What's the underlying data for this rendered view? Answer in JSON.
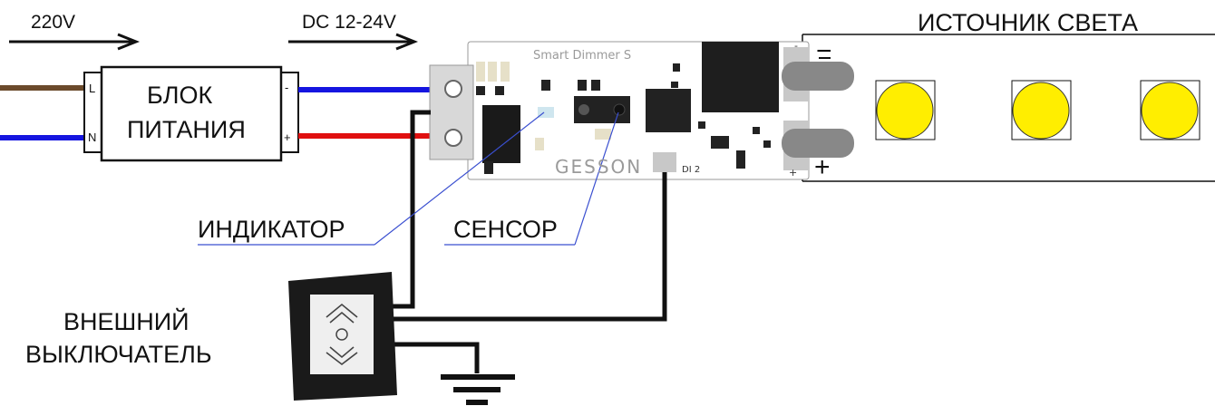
{
  "input_voltage": "220V",
  "output_voltage": "DC 12-24V",
  "psu": {
    "line1": "БЛОК",
    "line2": "ПИТАНИЯ",
    "terminal_l": "L",
    "terminal_n": "N",
    "terminal_minus": "-",
    "terminal_plus": "+"
  },
  "dimmer": {
    "name": "Smart Dimmer S",
    "brand": "GESSON",
    "input_label": "DI 2",
    "minus_mark": "-",
    "plus_mark": "+"
  },
  "light_source": {
    "title": "ИСТОЧНИК СВЕТА",
    "minus": "−",
    "plus": "+"
  },
  "callouts": {
    "indicator": "ИНДИКАТОР",
    "sensor": "СЕНСОР"
  },
  "switch": {
    "line1": "ВНЕШНИЙ",
    "line2": "ВЫКЛЮЧАТЕЛЬ"
  },
  "colors": {
    "brown_wire": "#6b4a2b",
    "blue_wire": "#1515e0",
    "red_wire": "#e01010",
    "led": "#ffee00",
    "callout_line": "#3a4fd0"
  }
}
